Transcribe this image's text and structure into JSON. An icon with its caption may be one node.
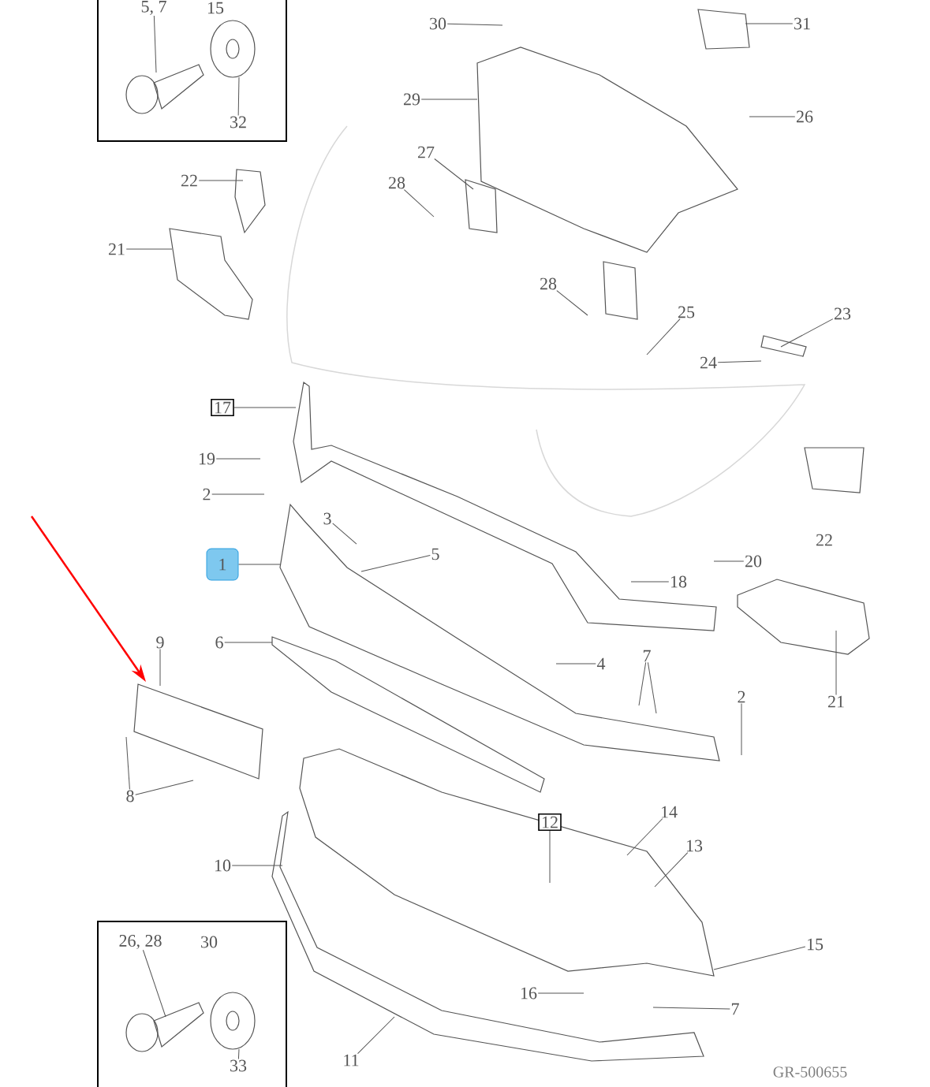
{
  "diagram": {
    "nodes": [
      {
        "text": [
          "5, 7",
          "15",
          "32"
        ]
      },
      {
        "text": [
          "26, 28",
          "30",
          "33"
        ]
      },
      {
        "text": [
          "30"
        ]
      },
      {
        "text": [
          "31"
        ]
      },
      {
        "text": [
          "29"
        ]
      },
      {
        "text": [
          "26"
        ]
      },
      {
        "text": [
          "27"
        ]
      },
      {
        "text": [
          "28"
        ]
      },
      {
        "text": [
          "22"
        ]
      },
      {
        "text": [
          "21"
        ]
      },
      {
        "text": [
          "28"
        ]
      },
      {
        "text": [
          "25"
        ]
      },
      {
        "text": [
          "23"
        ]
      },
      {
        "text": [
          "24"
        ]
      },
      {
        "text": [
          "17"
        ]
      },
      {
        "text": [
          "19"
        ]
      },
      {
        "text": [
          "2"
        ]
      },
      {
        "text": [
          "3"
        ]
      },
      {
        "text": [
          "22"
        ]
      },
      {
        "text": [
          "5"
        ]
      },
      {
        "text": [
          "20"
        ]
      },
      {
        "text": [
          "1"
        ]
      },
      {
        "text": [
          "18"
        ]
      },
      {
        "text": [
          "6"
        ]
      },
      {
        "text": [
          "9"
        ]
      },
      {
        "text": [
          "7"
        ]
      },
      {
        "text": [
          "4"
        ]
      },
      {
        "text": [
          "2"
        ]
      },
      {
        "text": [
          "21"
        ]
      },
      {
        "text": [
          "8"
        ]
      },
      {
        "text": [
          "12"
        ]
      },
      {
        "text": [
          "14"
        ]
      },
      {
        "text": [
          "13"
        ]
      },
      {
        "text": [
          "10"
        ]
      },
      {
        "text": [
          "15"
        ]
      },
      {
        "text": [
          "16"
        ]
      },
      {
        "text": [
          "7"
        ]
      },
      {
        "text": [
          "11"
        ]
      }
    ],
    "edges": [
      {
        "from": 2,
        "to": null,
        "arrow": "none"
      },
      {
        "from": 3,
        "to": null,
        "arrow": "none"
      },
      {
        "from": 4,
        "to": null,
        "arrow": "none"
      },
      {
        "from": 5,
        "to": null,
        "arrow": "none"
      },
      {
        "from": 6,
        "to": null,
        "arrow": "none"
      },
      {
        "from": 7,
        "to": null,
        "arrow": "none"
      },
      {
        "from": 8,
        "to": null,
        "arrow": "none"
      },
      {
        "from": 9,
        "to": null,
        "arrow": "none"
      },
      {
        "from": 10,
        "to": null,
        "arrow": "none"
      },
      {
        "from": 11,
        "to": null,
        "arrow": "none"
      },
      {
        "from": 12,
        "to": null,
        "arrow": "none"
      },
      {
        "from": 13,
        "to": null,
        "arrow": "none"
      },
      {
        "from": 14,
        "to": null,
        "arrow": "none"
      },
      {
        "from": 15,
        "to": null,
        "arrow": "none"
      },
      {
        "from": 16,
        "to": null,
        "arrow": "none"
      },
      {
        "from": 17,
        "to": null,
        "arrow": "none"
      },
      {
        "from": 19,
        "to": null,
        "arrow": "none"
      },
      {
        "from": 20,
        "to": null,
        "arrow": "none"
      },
      {
        "from": 21,
        "to": null,
        "arrow": "none"
      },
      {
        "from": 22,
        "to": null,
        "arrow": "none"
      },
      {
        "from": 23,
        "to": null,
        "arrow": "none"
      },
      {
        "from": 24,
        "to": null,
        "arrow": "none"
      },
      {
        "from": 25,
        "to": null,
        "arrow": "none"
      },
      {
        "from": 25,
        "to": null,
        "arrow": "none"
      },
      {
        "from": 26,
        "to": null,
        "arrow": "none"
      },
      {
        "from": 27,
        "to": null,
        "arrow": "none"
      },
      {
        "from": 28,
        "to": null,
        "arrow": "none"
      },
      {
        "from": 29,
        "to": null,
        "arrow": "none"
      },
      {
        "from": 29,
        "to": null,
        "arrow": "none"
      },
      {
        "from": 30,
        "to": null,
        "arrow": "none"
      },
      {
        "from": 31,
        "to": null,
        "arrow": "none"
      },
      {
        "from": 32,
        "to": null,
        "arrow": "none"
      },
      {
        "from": 33,
        "to": null,
        "arrow": "none"
      },
      {
        "from": 34,
        "to": null,
        "arrow": "none"
      },
      {
        "from": 35,
        "to": null,
        "arrow": "none"
      },
      {
        "from": 36,
        "to": null,
        "arrow": "none"
      },
      {
        "from": 37,
        "to": null,
        "arrow": "none"
      },
      {
        "from": 0,
        "to": null,
        "arrow": "none"
      },
      {
        "from": 0,
        "to": null,
        "arrow": "none"
      },
      {
        "from": 1,
        "to": null,
        "arrow": "none"
      },
      {
        "from": 1,
        "to": null,
        "arrow": "none"
      }
    ],
    "labels": [
      "GR-500655"
    ]
  }
}
